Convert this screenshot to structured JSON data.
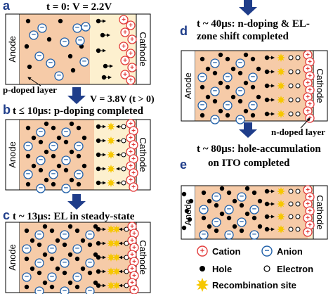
{
  "colors": {
    "layer_fill": "#f6cba8",
    "doped_fill": "#fdf0cf",
    "electrode_fill": "#ffffff",
    "cation": "#e23b3b",
    "anion": "#1f5fa8",
    "hole": "#000000",
    "recombination": "#f6c700",
    "arrow": "#1f3d8a"
  },
  "panels": {
    "a": {
      "letter": "a",
      "caption": "t = 0:  V = 2.2V",
      "anode": "Anode",
      "cathode": "Cathode",
      "note": "p-doped layer"
    },
    "b": {
      "letter": "b",
      "caption_top": "V = 3.8V (t > 0)",
      "caption": "t ≤ 10μs: p-doping completed",
      "anode": "Anode",
      "cathode": "Cathode"
    },
    "c": {
      "letter": "c",
      "caption": "t ~ 13μs: EL in steady-state",
      "anode": "Anode",
      "cathode": "Cathode"
    },
    "d": {
      "letter": "d",
      "caption_line1": "t ~ 40μs: n-doping & EL-",
      "caption_line2": "zone shift completed",
      "anode": "Anode",
      "cathode": "Cathode",
      "note": "n-doped layer"
    },
    "e": {
      "letter": "e",
      "caption_line1": "t ~ 80μs: hole-accumulation",
      "caption_line2": "on ITO completed",
      "anode": "Anode",
      "cathode": "Cathode"
    }
  },
  "legend": {
    "cation": "Cation",
    "anion": "Anion",
    "hole": "Hole",
    "electron": "Electron",
    "recombination": "Recombination site"
  }
}
